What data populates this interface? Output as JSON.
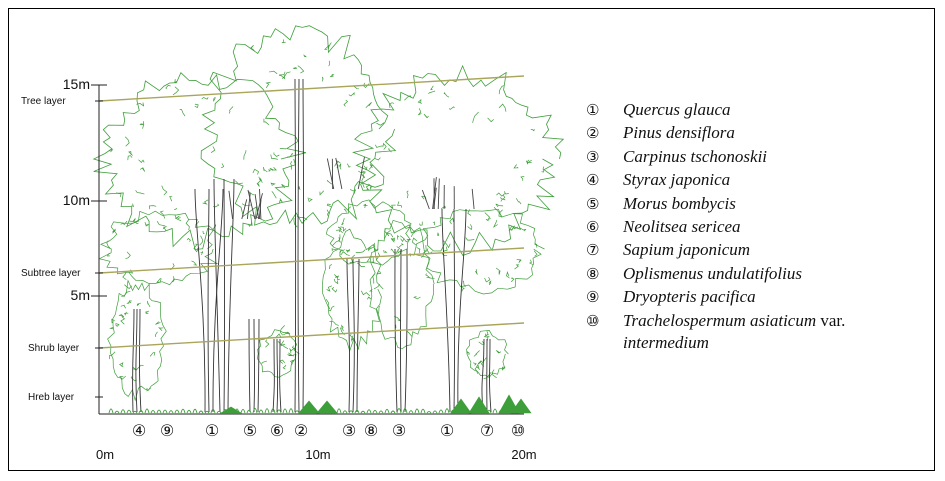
{
  "axis": {
    "heights": [
      {
        "label": "15m",
        "value": 15
      },
      {
        "label": "10m",
        "value": 10
      },
      {
        "label": "5m",
        "value": 5
      }
    ],
    "layers": [
      {
        "label": "Tree layer"
      },
      {
        "label": "Subtree layer"
      },
      {
        "label": "Shrub layer"
      },
      {
        "label": "Hreb layer"
      }
    ],
    "distance": [
      {
        "label": "0m",
        "value": 0
      },
      {
        "label": "10m",
        "value": 10
      },
      {
        "label": "20m",
        "value": 20
      }
    ]
  },
  "bottom_markers": [
    "④",
    "⑨",
    "①",
    "⑤",
    "⑥",
    "②",
    "③",
    "⑧",
    "③",
    "①",
    "⑦",
    "⑩"
  ],
  "legend": [
    {
      "num": "①",
      "name": "Quercus glauca"
    },
    {
      "num": "②",
      "name": "Pinus densiflora"
    },
    {
      "num": "③",
      "name": "Carpinus tschonoskii"
    },
    {
      "num": "④",
      "name": "Styrax japonica"
    },
    {
      "num": "⑤",
      "name": "Morus bombycis"
    },
    {
      "num": "⑥",
      "name": "Neolitsea sericea"
    },
    {
      "num": "⑦",
      "name": "Sapium japonicum"
    },
    {
      "num": "⑧",
      "name": "Oplismenus undulatifolius"
    },
    {
      "num": "⑨",
      "name": "Dryopteris pacifica"
    },
    {
      "num": "⑩",
      "name": "Trachelospermum asiaticum",
      "suffix": " var.",
      "line2": "intermedium"
    }
  ],
  "colors": {
    "foliage": "#3e9e3a",
    "layer_line": "#a9a55a",
    "trunk": "#333333"
  }
}
